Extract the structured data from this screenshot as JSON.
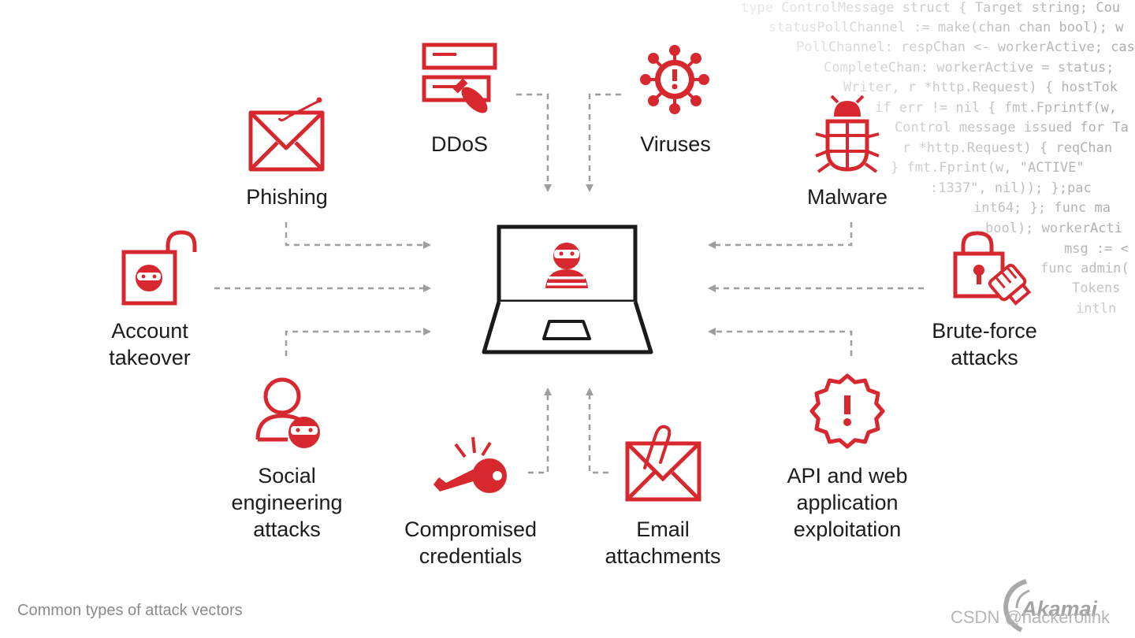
{
  "background_code": [
    "type ControlMessage struct { Target string; Cou",
    "statusPollChannel := make(chan chan bool); w",
    "PollChannel: respChan <- workerActive; case",
    "CompleteChan: workerActive = status;",
    "Writer, r *http.Request) { hostTok",
    "if err != nil { fmt.Fprintf(w,",
    "Control message issued for Ta",
    "r *http.Request) { reqChan",
    "} fmt.Fprint(w, \"ACTIVE\"",
    ":1337\", nil)); };pac",
    "int64; }; func ma",
    "bool); workerActi",
    "msg := <",
    "func admin(",
    "Tokens",
    "intln"
  ],
  "vectors": {
    "phishing": [
      "Phishing"
    ],
    "ddos": [
      "DDoS"
    ],
    "viruses": [
      "Viruses"
    ],
    "malware": [
      "Malware"
    ],
    "account_takeover": [
      "Account",
      "takeover"
    ],
    "brute_force": [
      "Brute-force",
      "attacks"
    ],
    "social_engineering": [
      "Social",
      "engineering",
      "attacks"
    ],
    "compromised_credentials": [
      "Compromised",
      "credentials"
    ],
    "email_attachments": [
      "Email",
      "attachments"
    ],
    "api_exploitation": [
      "API and web",
      "application",
      "exploitation"
    ]
  },
  "caption": "Common types of attack vectors",
  "logo_text": "Akamai",
  "watermark": "CSDN @hackerolink",
  "colors": {
    "accent": "#d7282f",
    "connector": "#9e9e9e",
    "laptop": "#1a1a1a",
    "text": "#1c1c1c",
    "caption": "#8a8a8a"
  }
}
